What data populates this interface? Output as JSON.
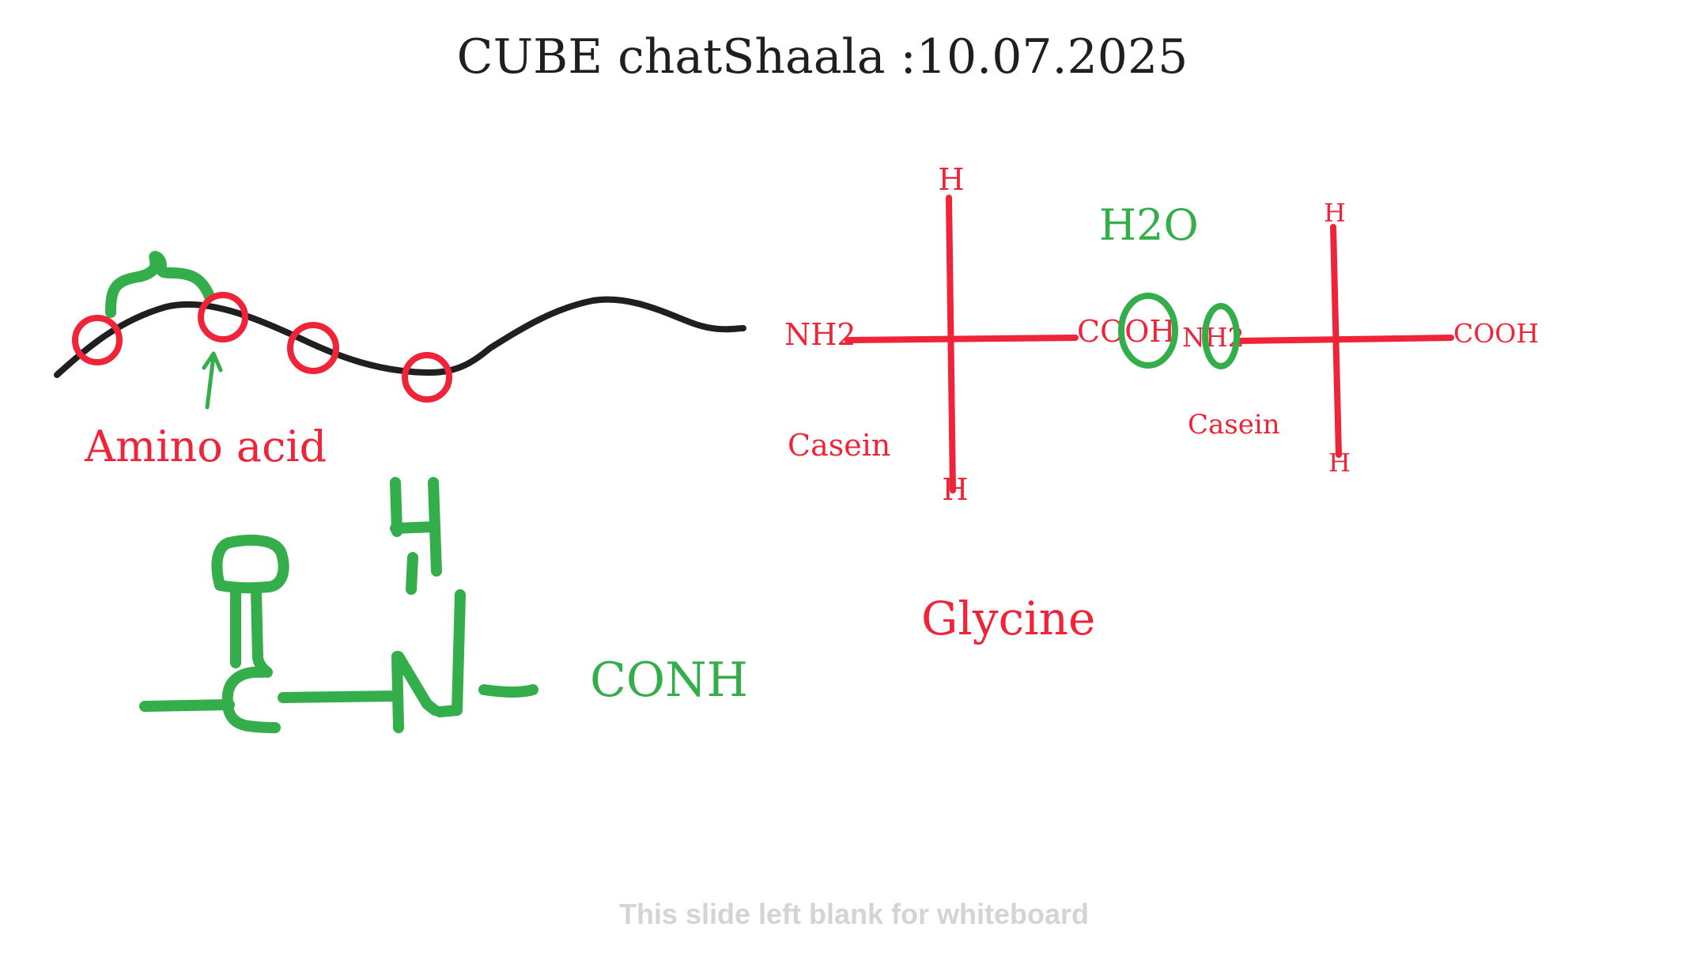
{
  "slide": {
    "title": "CUBE chatShaala :10.07.2025",
    "footer": "This slide left blank for whiteboard"
  },
  "colors": {
    "ink_black": "#1f1f1f",
    "ink_red": "#ef2438",
    "ink_green": "#34ad4b",
    "footer_gray": "#d4d4d4"
  },
  "annotations": {
    "amino_acid": "Amino acid",
    "conh": "CONH",
    "glycine": "Glycine",
    "water": "H2O"
  },
  "molecule_left": {
    "top_h": "H",
    "bottom_h": "H",
    "amine": "NH2",
    "carboxyl": "COOH",
    "name": "Casein"
  },
  "molecule_right": {
    "top_h": "H",
    "bottom_h": "H",
    "amine": "NH2",
    "carboxyl": "COOH",
    "name": "Casein"
  }
}
